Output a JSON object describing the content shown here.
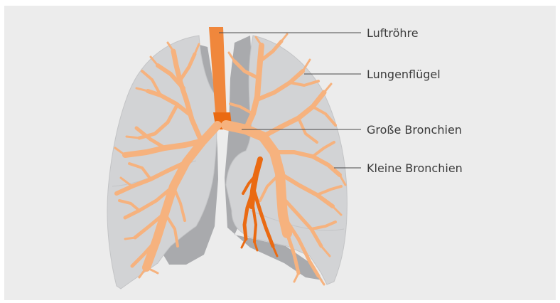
{
  "labels": {
    "trachea": "Luftröhre",
    "lung_lobe": "Lungenflügel",
    "main_bronchi": "Große Bronchien",
    "small_bronchi": "Kleine Bronchien"
  },
  "colors": {
    "background": "#ffffff",
    "panel": "#ececec",
    "lung_fill": "#d2d3d5",
    "lung_back": "#a9aaad",
    "airway_light": "#f6b27e",
    "airway_dark": "#ea6a12",
    "label_text": "#3a3a3a"
  }
}
